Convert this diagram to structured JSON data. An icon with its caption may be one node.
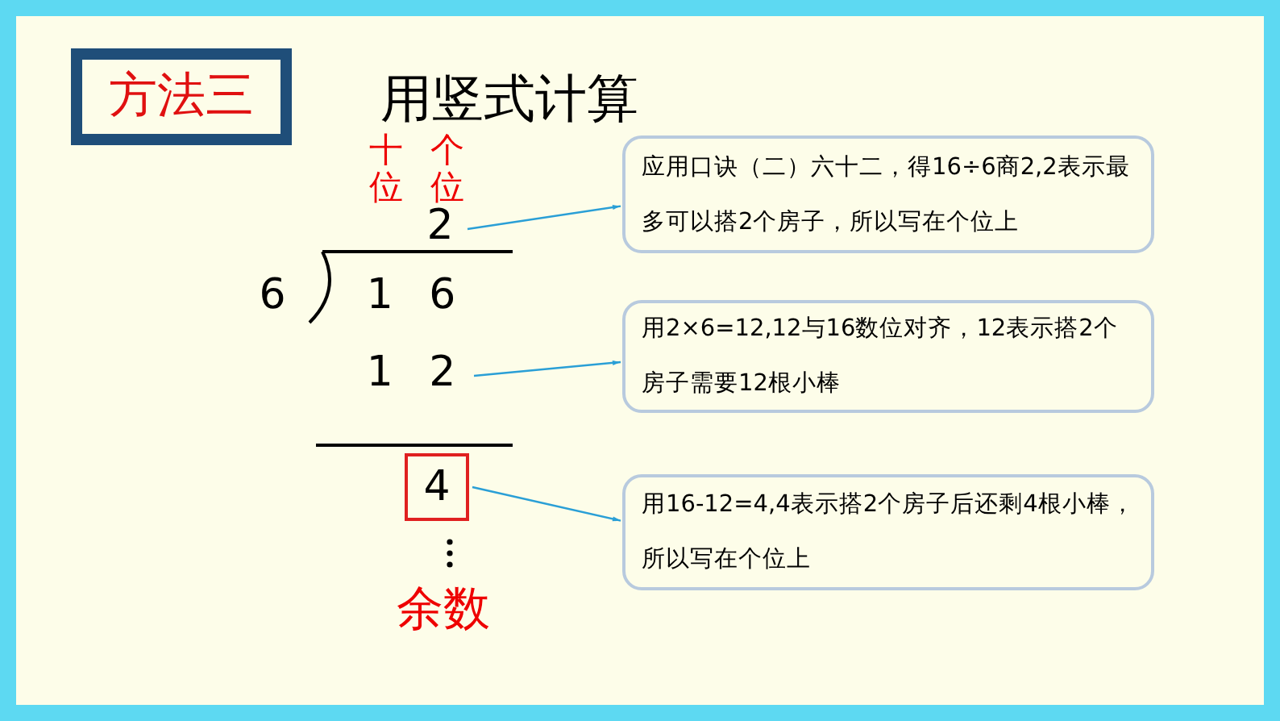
{
  "diagram": {
    "title": "用竖式计算",
    "nodes": [
      {
        "text": [
          "方法三"
        ]
      },
      {
        "text": [
          "2"
        ]
      },
      {
        "text": [
          "应用口诀（二）六十二，得16÷6商2,2表示最多可以搭2个房子，所以写在个位上"
        ]
      },
      {
        "text": [
          "1 2"
        ]
      },
      {
        "text": [
          "用2×6=12,12与16数位对齐，12表示搭2个房子需要12根小棒"
        ]
      },
      {
        "text": [
          "4"
        ]
      },
      {
        "text": [
          "用16-12=4,4表示搭2个房子后还剩4根小棒，所以写在个位上"
        ]
      }
    ],
    "edges": [
      {
        "from": 1,
        "to": 2,
        "arrow": "to"
      },
      {
        "from": 3,
        "to": 4,
        "arrow": "to"
      },
      {
        "from": 5,
        "to": 6,
        "arrow": "to"
      }
    ],
    "labels": [
      "十位",
      "个位",
      "6",
      "1 6",
      "余数"
    ]
  }
}
